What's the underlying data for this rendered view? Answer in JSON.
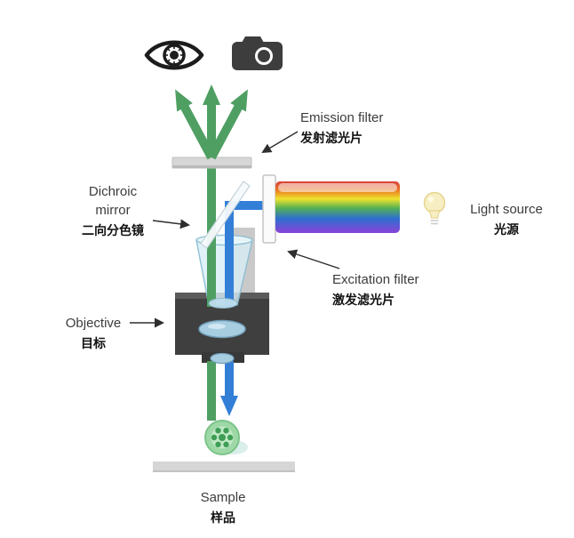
{
  "labels": {
    "emission_filter": {
      "en": "Emission filter",
      "zh": "发射滤光片"
    },
    "dichroic_mirror": {
      "en1": "Dichroic",
      "en2": "mirror",
      "zh": "二向分色镜"
    },
    "light_source": {
      "en": "Light source",
      "zh": "光源"
    },
    "excitation_filter": {
      "en": "Excitation filter",
      "zh": "激发滤光片"
    },
    "objective": {
      "en": "Objective",
      "zh": "目标"
    },
    "sample": {
      "en": "Sample",
      "zh": "样品"
    }
  },
  "colors": {
    "emission_beam_green": "#4f9f63",
    "excitation_beam_blue": "#337fd8",
    "spectrum_top_to_bottom": [
      "#d8403a",
      "#ea7a22",
      "#eee32e",
      "#53b054",
      "#2e6fd0",
      "#8a41d8"
    ],
    "filter_gray": "#d6d6d6",
    "objective_body": "#3f3f3f",
    "sample_green": "#9ed8a6",
    "bulb_yellow": "#f7efc3"
  },
  "icons": {
    "eye": "eye-icon",
    "camera": "camera-icon",
    "bulb": "light-bulb-icon"
  }
}
